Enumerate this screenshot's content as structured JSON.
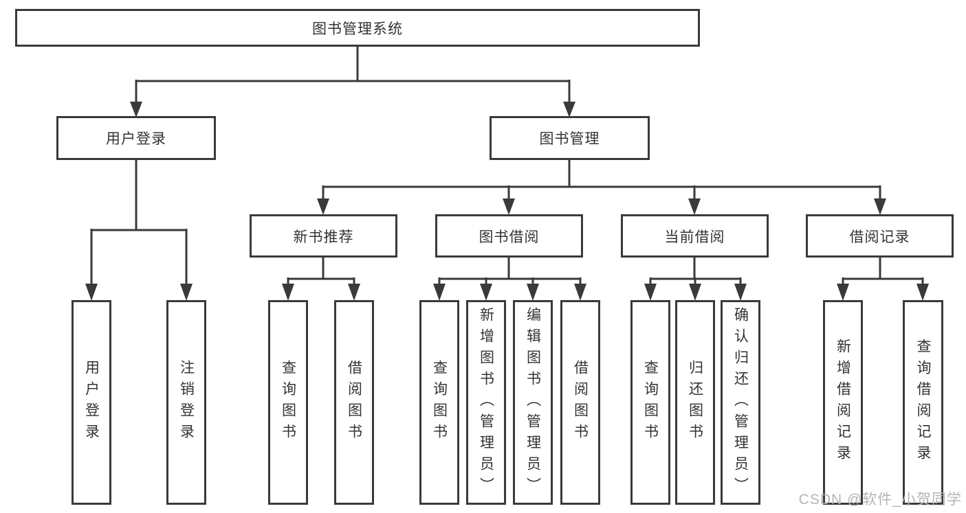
{
  "diagram": {
    "root": "图书管理系统",
    "user_login": {
      "label": "用户登录",
      "children": [
        "用户登录",
        "注销登录"
      ]
    },
    "book_mgmt": {
      "label": "图书管理",
      "sections": {
        "new_book": {
          "label": "新书推荐",
          "children": [
            "查询图书",
            "借阅图书"
          ]
        },
        "borrow": {
          "label": "图书借阅",
          "children": [
            "查询图书",
            "新增图书（管理员）",
            "编辑图书（管理员）",
            "借阅图书"
          ]
        },
        "current": {
          "label": "当前借阅",
          "children": [
            "查询图书",
            "归还图书",
            "确认归还（管理员）"
          ]
        },
        "records": {
          "label": "借阅记录",
          "children": [
            "新增借阅记录",
            "查询借阅记录"
          ]
        }
      }
    }
  },
  "watermark": "CSDN @软件_小贺同学",
  "colors": {
    "line": "#3a3a3a",
    "text": "#333333",
    "watermark": "#b5b5b5",
    "bg": "#ffffff"
  }
}
